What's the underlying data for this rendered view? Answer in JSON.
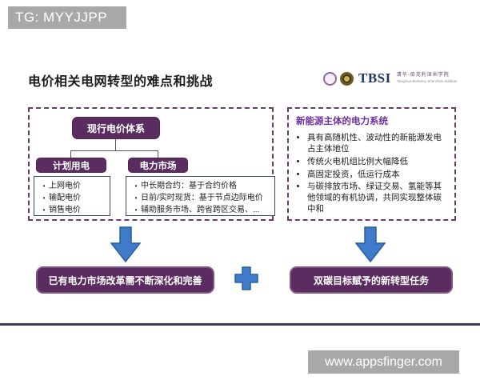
{
  "watermarks": {
    "top": "TG: MYYJJPP",
    "bottom": "www.appsfinger.com"
  },
  "slide": {
    "title": "电价相关电网转型的难点和挑战",
    "logo": {
      "acronym": "TBSI",
      "name_cn": "清华-伯克利深圳学院",
      "name_en": "Tsinghua-Berkeley Shenzhen Institute"
    },
    "left_panel": {
      "root": "现行电价体系",
      "branches": [
        {
          "header": "计划用电",
          "items": [
            "上网电价",
            "输配电价",
            "销售电价"
          ]
        },
        {
          "header": "电力市场",
          "items": [
            "中长期合约：基于合约价格",
            "日前/实时现货：基于节点边际电价",
            "辅助服务市场、跨省跨区交易、..."
          ]
        }
      ]
    },
    "right_panel": {
      "title": "新能源主体的电力系统",
      "items": [
        "具有高随机性、波动性的新能源发电占主体地位",
        "传统火电机组比例大幅降低",
        "高固定投资，低运行成本",
        "与碳排放市场、绿证交易、氢能等其他领域的有机协调，共同实现整体碳中和"
      ]
    },
    "conclusions": {
      "left": "已有电力市场改革需不断深化和完善",
      "operator": "+",
      "right": "双碳目标赋予的新转型任务"
    }
  },
  "colors": {
    "box_purple": "#5b2c5f",
    "dashed_border_purple": "#6b3a70",
    "accent_purple_text": "#7030a0",
    "arrow_blue": "#3f7bc8",
    "arrow_blue_border": "#2c5d9e",
    "footer_line": "#44395c",
    "watermark_gray": "#a8a8a8",
    "list_border_navy": "#3d4a6b"
  }
}
